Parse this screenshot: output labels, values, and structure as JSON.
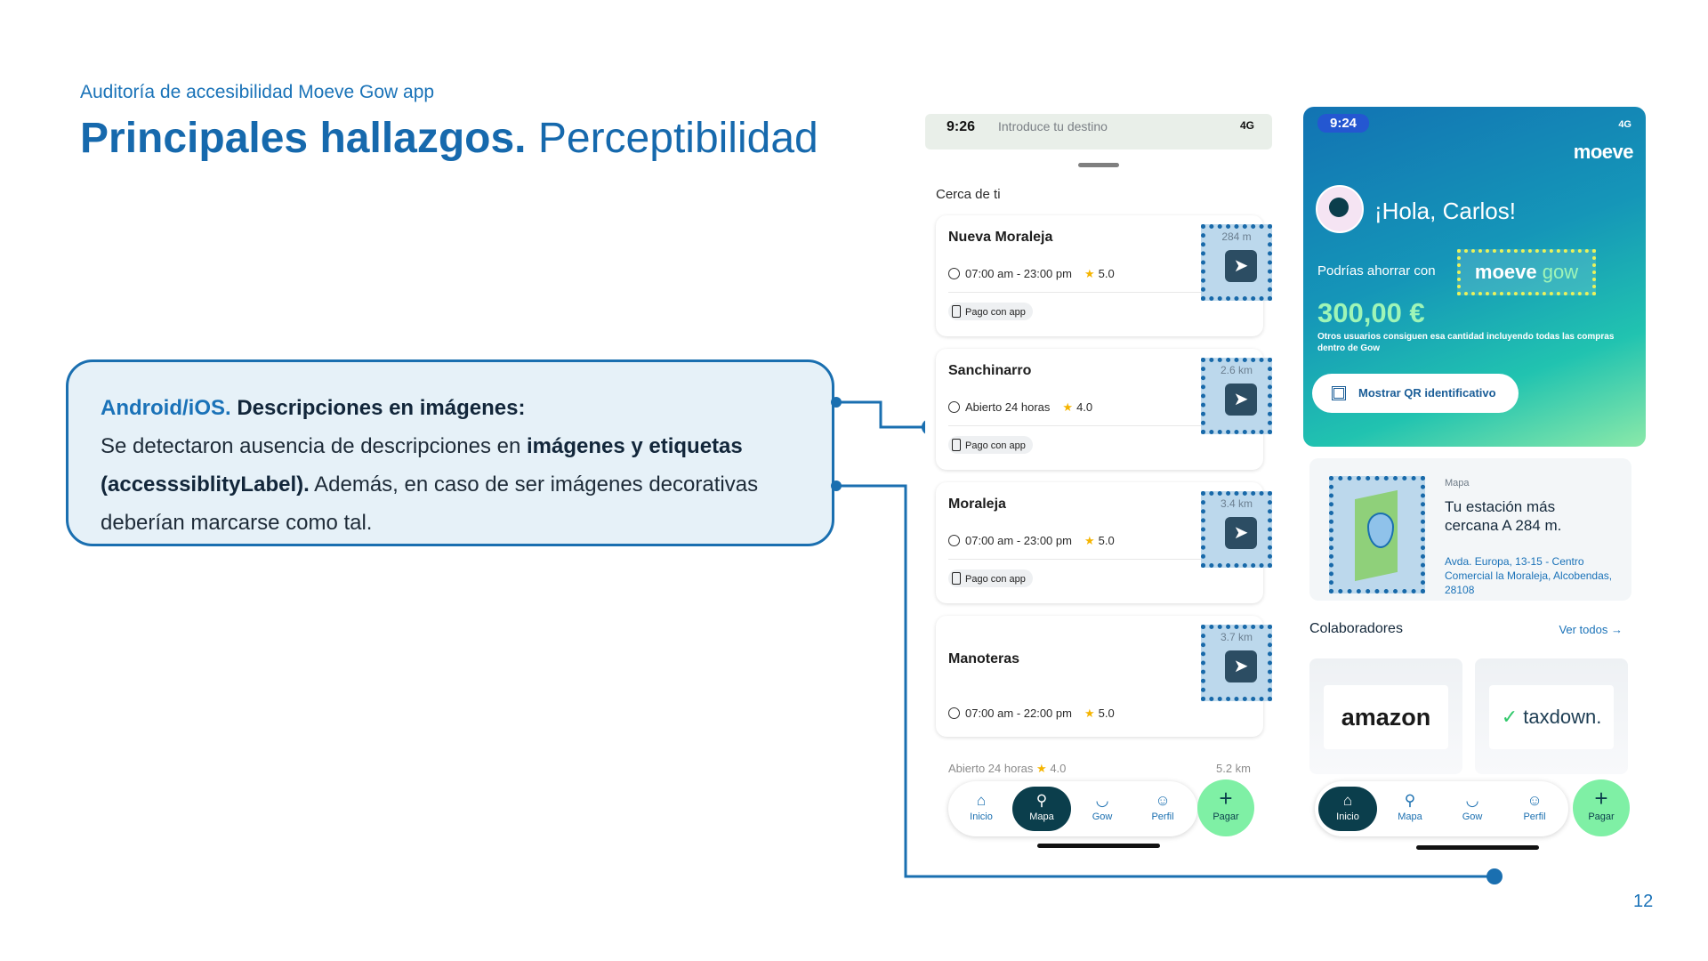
{
  "header": {
    "subtitle": "Auditoría de accesibilidad Moeve Gow app",
    "title_bold": "Principales hallazgos.",
    "title_light": "Perceptibilidad"
  },
  "callout": {
    "platform": "Android/iOS.",
    "heading": "Descripciones en imágenes:",
    "text_1": "Se detectaron ausencia de descripciones en ",
    "text_bold_1": "imágenes y etiquetas (accesssiblityLabel).",
    "text_2": " Además, en caso de ser imágenes decorativas deberían marcarse como tal."
  },
  "page_number": "12",
  "phone1": {
    "time": "9:26",
    "search_placeholder": "Introduce tu destino",
    "status": "4G",
    "near_label": "Cerca de ti",
    "stations": [
      {
        "name": "Nueva Moraleja",
        "hours": "07:00 am - 23:00 pm",
        "rating": "5.0",
        "distance": "284 m",
        "pago": "Pago con app"
      },
      {
        "name": "Sanchinarro",
        "hours": "Abierto 24 horas",
        "rating": "4.0",
        "distance": "2.6 km",
        "pago": "Pago con app"
      },
      {
        "name": "Moraleja",
        "hours": "07:00 am - 23:00 pm",
        "rating": "5.0",
        "distance": "3.4 km",
        "pago": "Pago con app"
      },
      {
        "name": "Manoteras",
        "hours": "07:00 am - 22:00 pm",
        "rating": "5.0",
        "distance": "3.7 km",
        "pago": ""
      }
    ],
    "last_item": {
      "name": "Abierto 24 horas",
      "rating": "4.0",
      "distance": "5.2 km"
    },
    "tabs": [
      {
        "label": "Inicio",
        "icon": "home-icon"
      },
      {
        "label": "Mapa",
        "icon": "map-pin-icon"
      },
      {
        "label": "Gow",
        "icon": "gow-icon"
      },
      {
        "label": "Perfil",
        "icon": "user-icon"
      }
    ],
    "fab_label": "Pagar",
    "active_tab": "Mapa"
  },
  "phone2": {
    "time": "9:24",
    "status": "4G",
    "logo": "moeve",
    "greeting": "¡Hola, Carlos!",
    "save_text": "Podrías ahorrar con",
    "gow_logo_a": "moeve",
    "gow_logo_b": "gow",
    "amount": "300,00 €",
    "note": "Otros usuarios consiguen esa cantidad incluyendo todas las compras dentro de Gow",
    "qr_button": "Mostrar QR identificativo",
    "map_label": "Mapa",
    "nearest": "Tu estación más cercana A 284 m.",
    "address": "Avda. Europa, 13-15 - Centro Comercial la Moraleja, Alcobendas, 28108",
    "collaborators": "Colaboradores",
    "see_all": "Ver todos",
    "brands": [
      "amazon",
      "taxdown."
    ],
    "tabs": [
      {
        "label": "Inicio",
        "icon": "home-icon"
      },
      {
        "label": "Mapa",
        "icon": "map-pin-icon"
      },
      {
        "label": "Gow",
        "icon": "gow-icon"
      },
      {
        "label": "Perfil",
        "icon": "user-icon"
      }
    ],
    "fab_label": "Pagar",
    "active_tab": "Inicio"
  },
  "colors": {
    "accent": "#1a6fb0",
    "highlight": "#e9f25a",
    "fab": "#7ff0a5",
    "dark": "#0b3e4c"
  }
}
